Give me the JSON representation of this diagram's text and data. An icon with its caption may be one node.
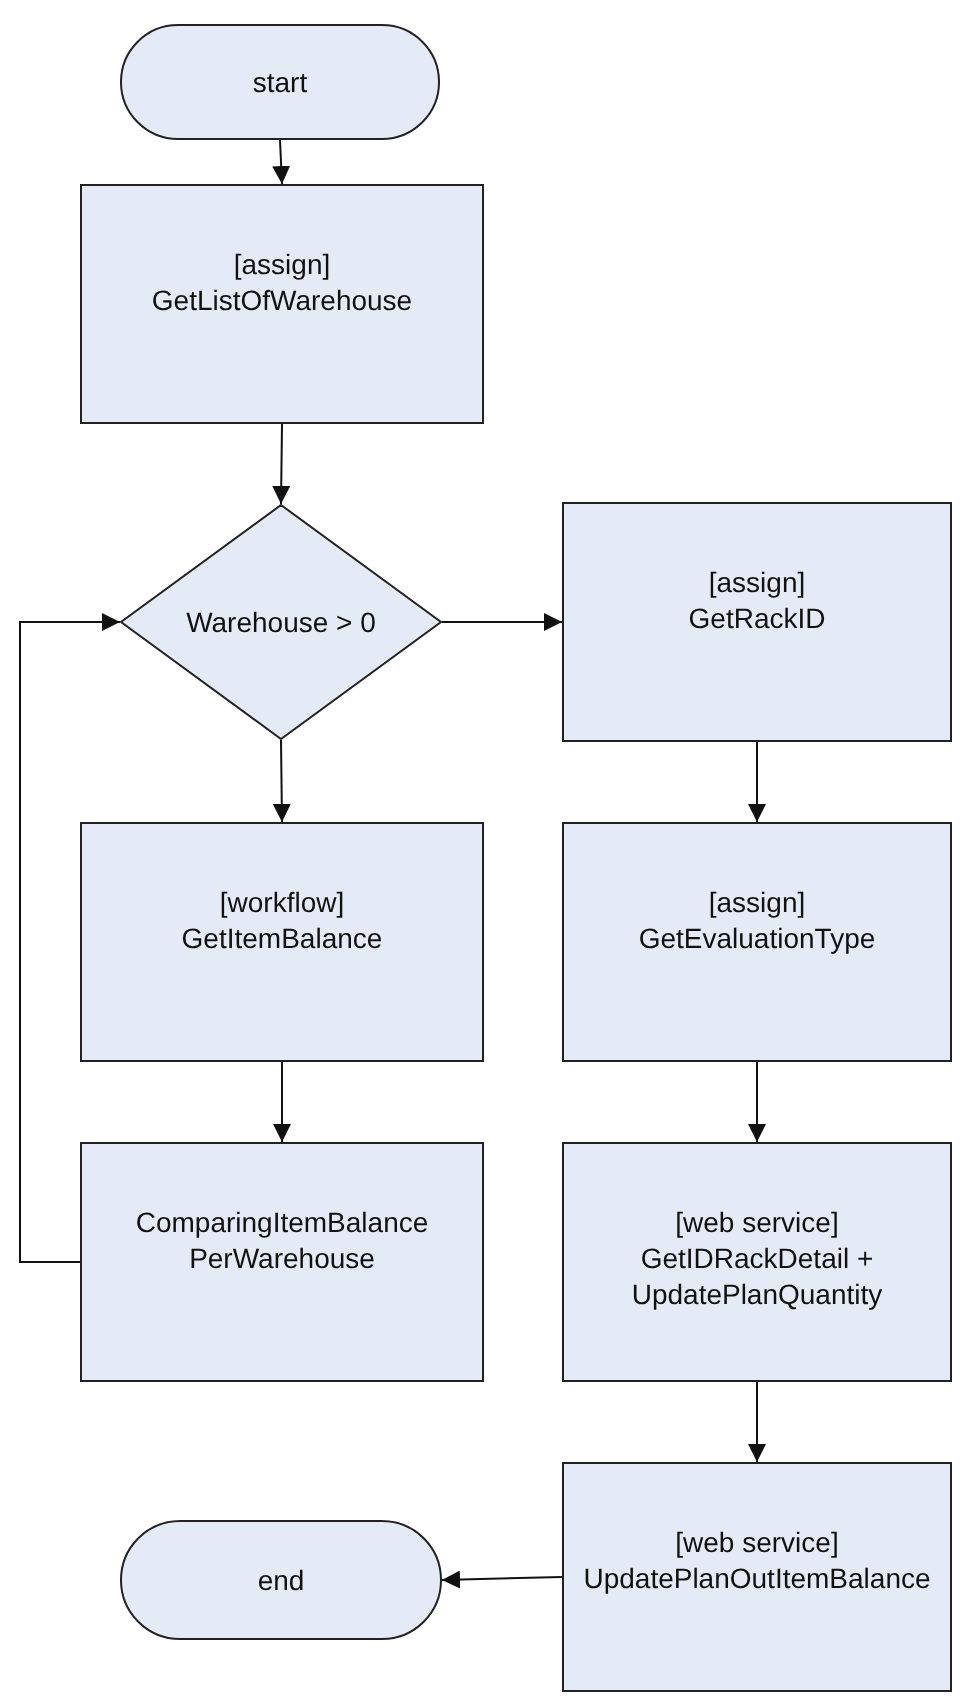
{
  "diagram": {
    "nodes": [
      {
        "text": [
          "start"
        ]
      },
      {
        "text": [
          "[assign]",
          "GetListOfWarehouse"
        ]
      },
      {
        "text": [
          "Warehouse > 0"
        ]
      },
      {
        "text": [
          "[workflow]",
          "GetItemBalance"
        ]
      },
      {
        "text": [
          "ComparingItemBalance PerWarehouse"
        ]
      },
      {
        "text": [
          "[assign]",
          "GetRackID"
        ]
      },
      {
        "text": [
          "[assign]",
          "GetEvaluationType"
        ]
      },
      {
        "text": [
          "[web service]",
          "GetIDRackDetail + UpdatePlanQuantity"
        ]
      },
      {
        "text": [
          "[web service]",
          "UpdatePlanOutItemBalance"
        ]
      },
      {
        "text": [
          "end"
        ]
      }
    ],
    "edges": [
      {
        "from": 0,
        "to": 1,
        "arrow": "to"
      },
      {
        "from": 1,
        "to": 2,
        "arrow": "to"
      },
      {
        "from": 2,
        "to": 5,
        "arrow": "to"
      },
      {
        "from": 2,
        "to": 3,
        "arrow": "to"
      },
      {
        "from": 3,
        "to": 4,
        "arrow": "to"
      },
      {
        "from": 4,
        "to": 2,
        "arrow": "to"
      },
      {
        "from": 5,
        "to": 6,
        "arrow": "to"
      },
      {
        "from": 6,
        "to": 7,
        "arrow": "to"
      },
      {
        "from": 7,
        "to": 8,
        "arrow": "to"
      },
      {
        "from": 8,
        "to": 9,
        "arrow": "to"
      }
    ]
  }
}
